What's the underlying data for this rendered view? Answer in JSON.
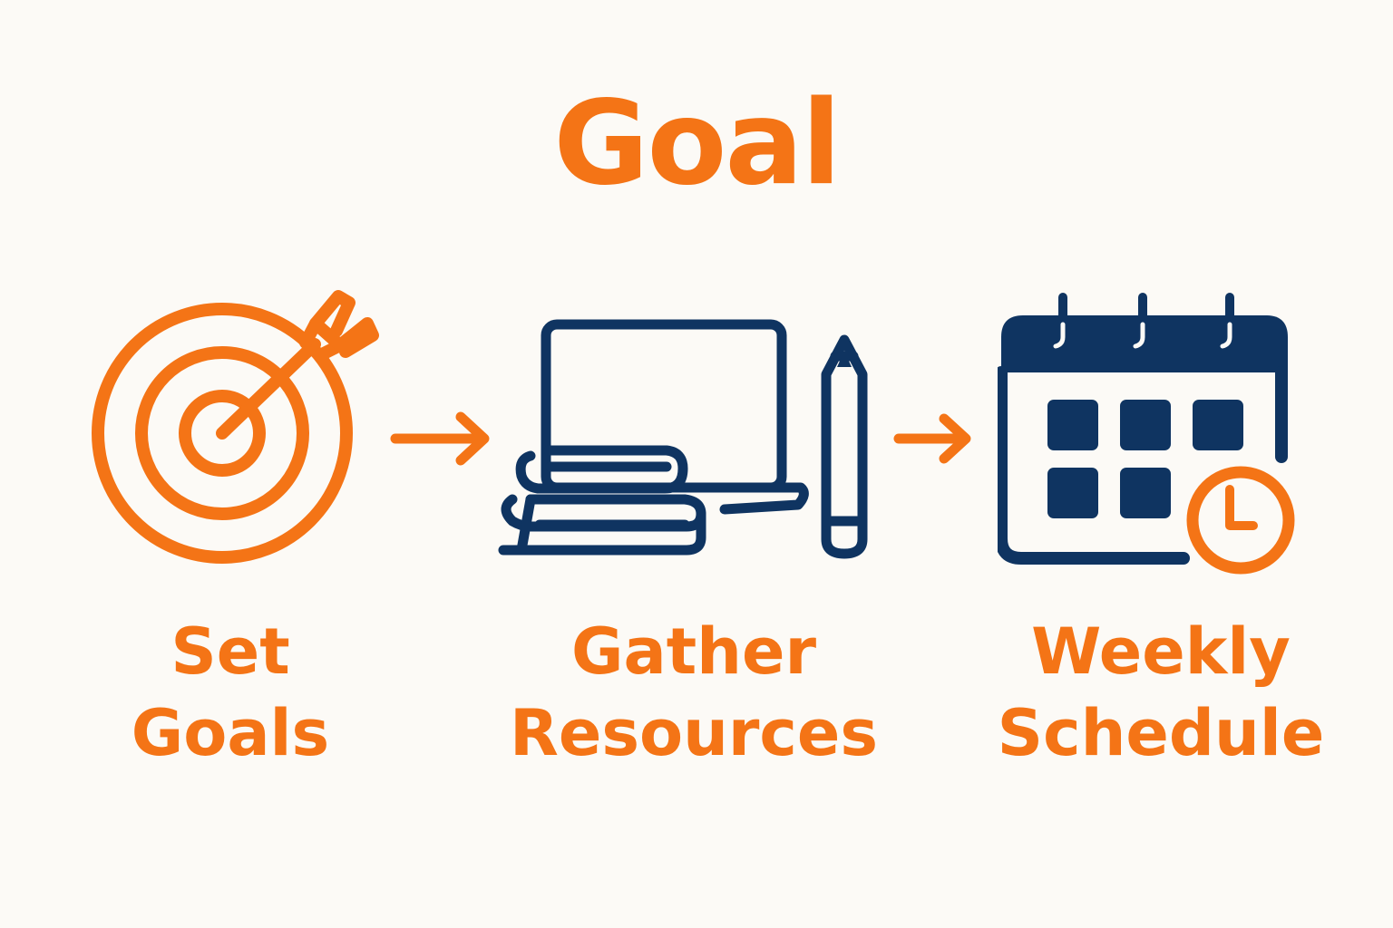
{
  "title": "Goal",
  "colors": {
    "accent": "#f47416",
    "navy": "#0f3461",
    "background": "#fcfaf6"
  },
  "steps": [
    {
      "icon": "target-icon",
      "label_line1": "Set",
      "label_line2": "Goals"
    },
    {
      "icon": "laptop-books-pencil-icon",
      "label_line1": "Gather",
      "label_line2": "Resources"
    },
    {
      "icon": "calendar-clock-icon",
      "label_line1": "Weekly",
      "label_line2": "Schedule"
    }
  ],
  "connectors": [
    "arrow-right-icon",
    "arrow-right-icon"
  ]
}
